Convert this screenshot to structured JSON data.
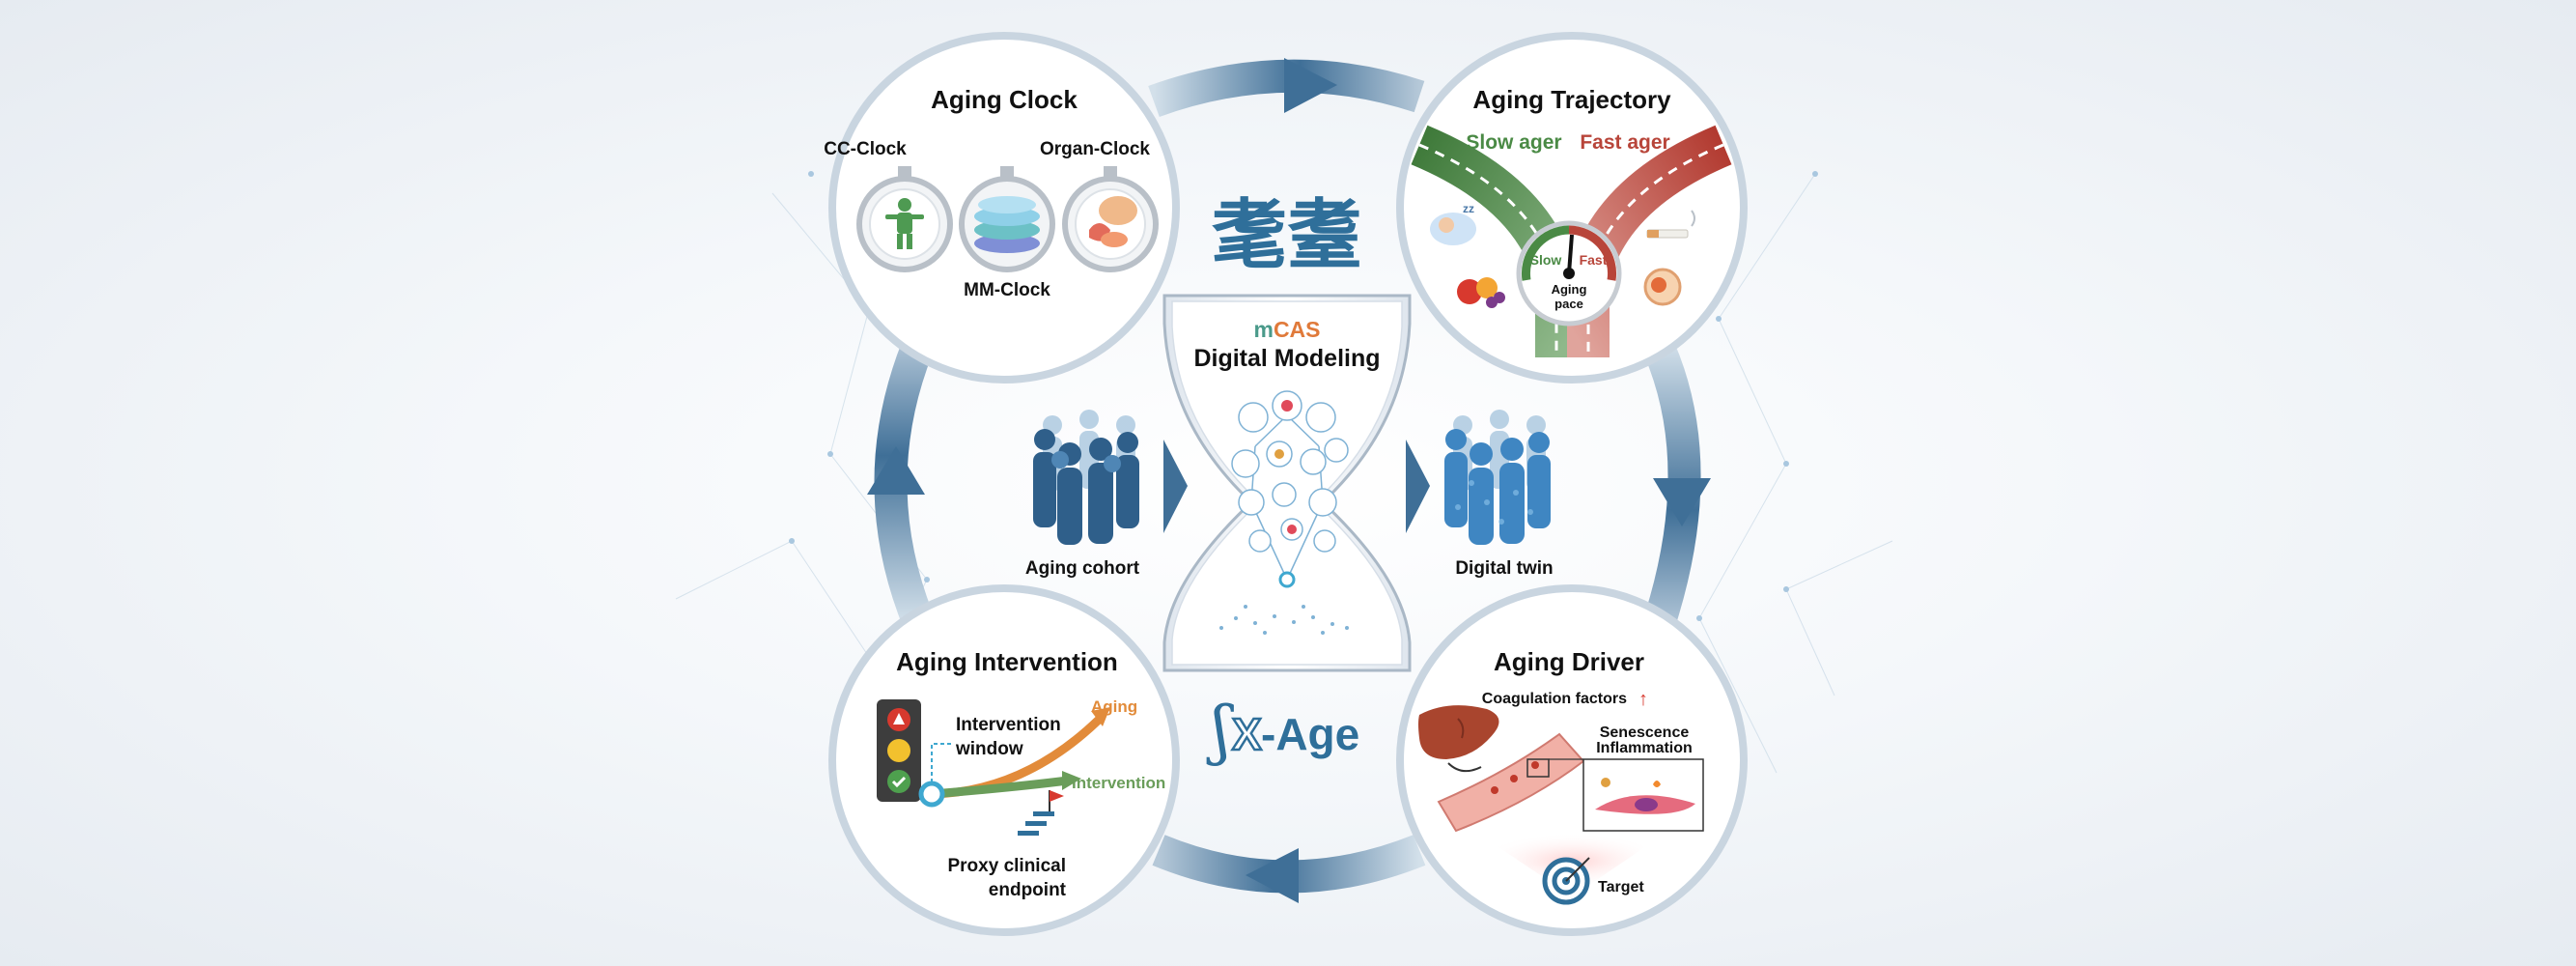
{
  "center": {
    "chinese_title": "耄耋",
    "mcas_prefix": "m",
    "mcas_suffix": "CAS",
    "modeling_title": "Digital Modeling",
    "xage_symbol": "ʃ",
    "xage_x": "X",
    "xage_rest": "-Age"
  },
  "cohort": {
    "label": "Aging cohort"
  },
  "twin": {
    "label": "Digital twin"
  },
  "aging_clock": {
    "title": "Aging Clock",
    "cc_clock": "CC-Clock",
    "organ_clock": "Organ-Clock",
    "mm_clock": "MM-Clock"
  },
  "aging_trajectory": {
    "title": "Aging Trajectory",
    "slow_ager": "Slow ager",
    "fast_ager": "Fast ager",
    "gauge_slow": "Slow",
    "gauge_fast": "Fast",
    "gauge_label_1": "Aging",
    "gauge_label_2": "pace"
  },
  "aging_intervention": {
    "title": "Aging Intervention",
    "window_1": "Intervention",
    "window_2": "window",
    "aging": "Aging",
    "intervention": "Intervention",
    "proxy_1": "Proxy clinical",
    "proxy_2": "endpoint"
  },
  "aging_driver": {
    "title": "Aging Driver",
    "coagulation": "Coagulation factors",
    "coag_arrow": "↑",
    "senescence": "Senescence",
    "inflammation": "Inflammation",
    "target": "Target"
  },
  "colors": {
    "ring_blue": "#3f6f97",
    "slow_green": "#4a8a45",
    "fast_red": "#b8453a",
    "mcas_m": "#4a9a8a",
    "mcas_c": "#e07a3a",
    "xage_blue": "#2f6f9a",
    "aging_orange": "#e28b3a",
    "intervention_green": "#6a9d5a"
  }
}
